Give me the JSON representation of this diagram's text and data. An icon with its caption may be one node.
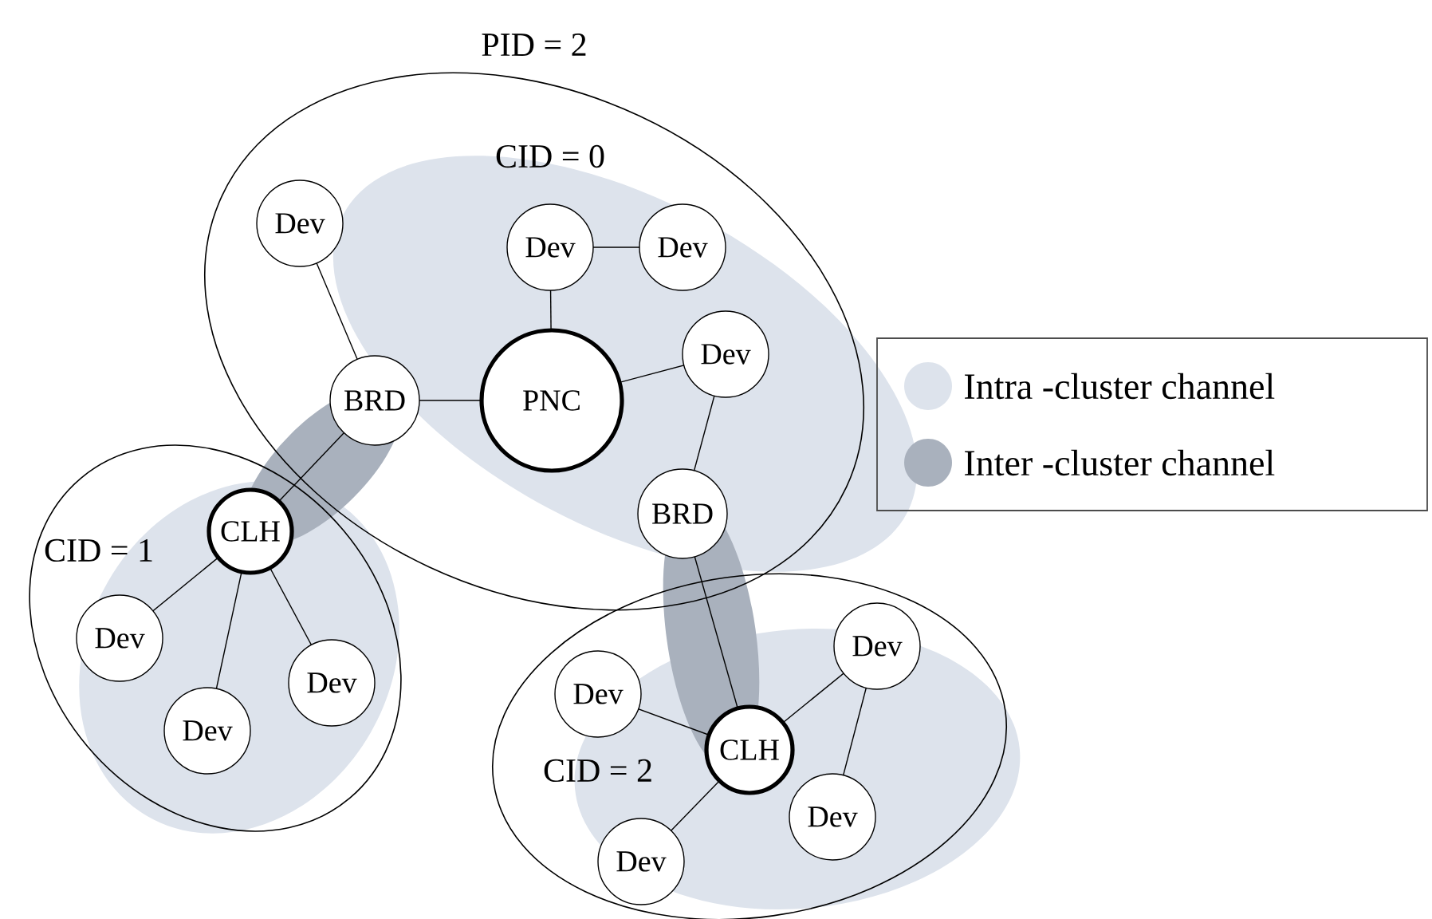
{
  "diagram": {
    "nodes": [
      {
        "text": [
          "PID = 2",
          "CID = 0"
        ]
      },
      {
        "text": [
          "Dev"
        ],
        "in": 0
      },
      {
        "text": [
          "Dev"
        ],
        "in": 0
      },
      {
        "text": [
          "Dev"
        ],
        "in": 0
      },
      {
        "text": [
          "BRD"
        ],
        "in": 0
      },
      {
        "text": [
          "PNC"
        ],
        "in": 0
      },
      {
        "text": [
          "Dev"
        ],
        "in": 0
      },
      {
        "text": [
          "BRD"
        ],
        "in": 0
      },
      {
        "text": [
          "CID = 1"
        ]
      },
      {
        "text": [
          "CLH"
        ],
        "in": 8
      },
      {
        "text": [
          "Dev"
        ],
        "in": 8
      },
      {
        "text": [
          "Dev"
        ],
        "in": 8
      },
      {
        "text": [
          "Dev"
        ],
        "in": 8
      },
      {
        "text": [
          "CID = 2"
        ]
      },
      {
        "text": [
          "Dev"
        ],
        "in": 13
      },
      {
        "text": [
          "Dev"
        ],
        "in": 13
      },
      {
        "text": [
          "CLH"
        ],
        "in": 13
      },
      {
        "text": [
          "Dev"
        ],
        "in": 13
      },
      {
        "text": [
          "Dev"
        ],
        "in": 13
      }
    ],
    "edges": [
      {
        "from": 1,
        "to": 4,
        "arrow": "none"
      },
      {
        "from": 2,
        "to": 3,
        "arrow": "none"
      },
      {
        "from": 2,
        "to": 5,
        "arrow": "none"
      },
      {
        "from": 4,
        "to": 5,
        "arrow": "none"
      },
      {
        "from": 5,
        "to": 6,
        "arrow": "none"
      },
      {
        "from": 6,
        "to": 7,
        "arrow": "none"
      },
      {
        "from": 4,
        "to": 9,
        "arrow": "none"
      },
      {
        "from": 7,
        "to": 16,
        "arrow": "none"
      },
      {
        "from": 9,
        "to": 10,
        "arrow": "none"
      },
      {
        "from": 9,
        "to": 11,
        "arrow": "none"
      },
      {
        "from": 9,
        "to": 12,
        "arrow": "none"
      },
      {
        "from": 14,
        "to": 16,
        "arrow": "none"
      },
      {
        "from": 16,
        "to": 15,
        "arrow": "none"
      },
      {
        "from": 15,
        "to": 17,
        "arrow": "none"
      },
      {
        "from": 16,
        "to": 18,
        "arrow": "none"
      }
    ],
    "legend": [
      {
        "text": "Intra -cluster channel",
        "color": "#dde3ec"
      },
      {
        "text": "Inter -cluster channel",
        "color": "#a9b1bd"
      }
    ]
  }
}
